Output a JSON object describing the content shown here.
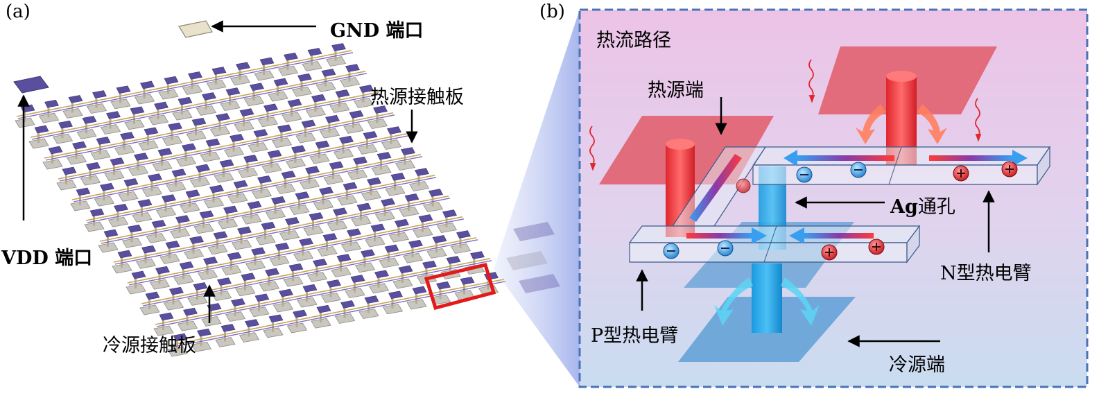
{
  "panel_a": {
    "tag": "(a)",
    "gnd_port": "GND 端口",
    "vdd_port": "VDD 端口",
    "hot_contact_plate": "热源接触板",
    "cold_contact_plate": "冷源接触板"
  },
  "panel_b": {
    "tag": "(b)",
    "heat_flow_path": "热流路径",
    "hot_end": "热源端",
    "ag_via_bold": "Ag",
    "ag_via_rest": "通孔",
    "n_leg": "N型热电臂",
    "p_leg": "P型热电臂",
    "cold_end": "冷源端"
  },
  "colors": {
    "trace_purple": "#5a4f9e",
    "hot_red": "#e8323a",
    "cold_blue": "#2fa6e6",
    "frame_blue": "#4a73b6",
    "highlight_red": "#e21a1a"
  }
}
